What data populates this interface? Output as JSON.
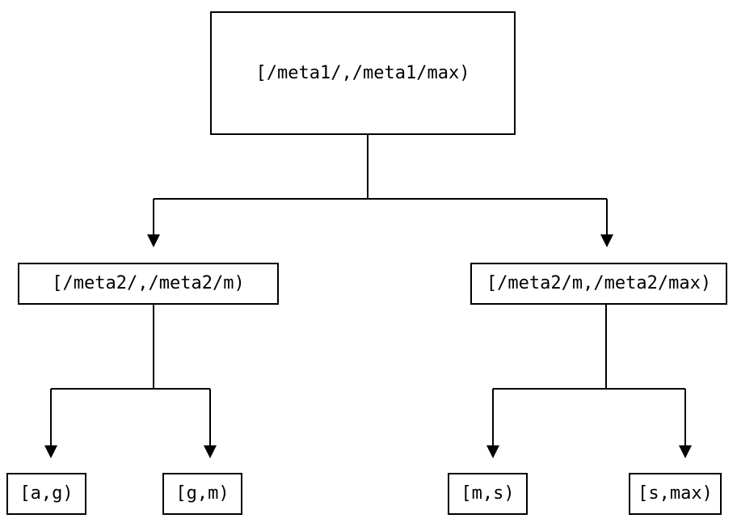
{
  "diagram": {
    "type": "tree",
    "description": "Binary partition tree of key ranges",
    "colors": {
      "background": "#ffffff",
      "line": "#000000",
      "box_border": "#000000",
      "box_fill": "#ffffff",
      "text": "#000000"
    },
    "nodes": {
      "root": {
        "label": "[/meta1/,/meta1/max)"
      },
      "left": {
        "label": "[/meta2/,/meta2/m)"
      },
      "right": {
        "label": "[/meta2/m,/meta2/max)"
      },
      "leaf_ag": {
        "label": "[a,g)"
      },
      "leaf_gm": {
        "label": "[g,m)"
      },
      "leaf_ms": {
        "label": "[m,s)"
      },
      "leaf_smax": {
        "label": "[s,max)"
      }
    },
    "edges": [
      {
        "from": "root",
        "to": "left"
      },
      {
        "from": "root",
        "to": "right"
      },
      {
        "from": "left",
        "to": "leaf_ag"
      },
      {
        "from": "left",
        "to": "leaf_gm"
      },
      {
        "from": "right",
        "to": "leaf_ms"
      },
      {
        "from": "right",
        "to": "leaf_smax"
      }
    ]
  }
}
